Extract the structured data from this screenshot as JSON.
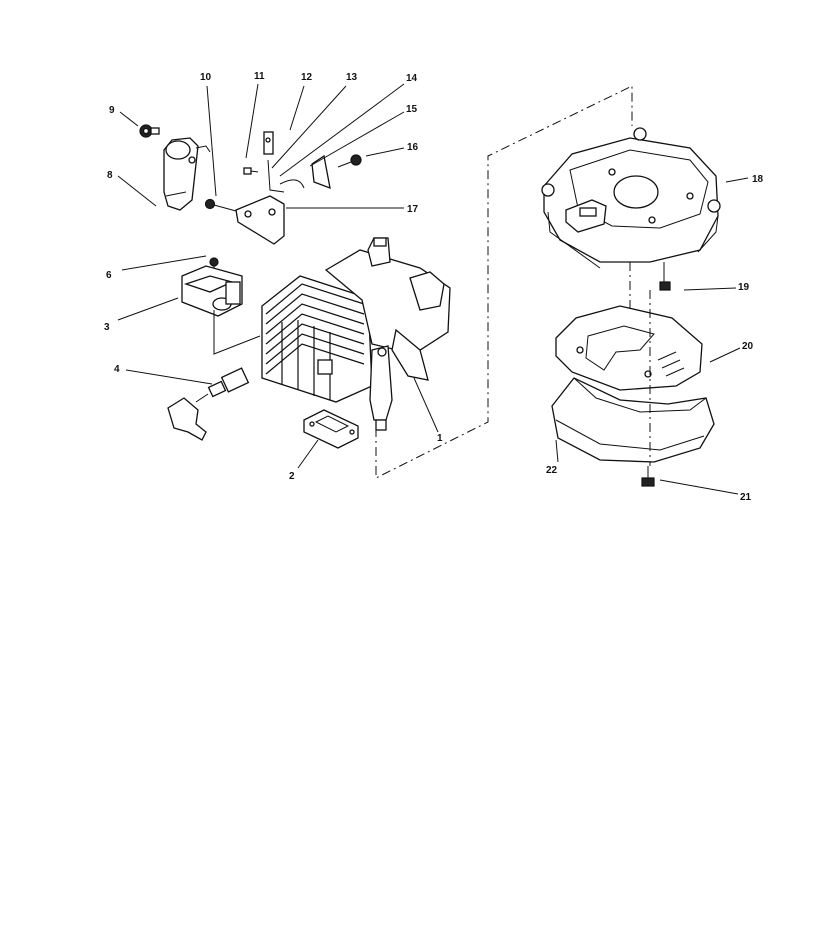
{
  "callouts": [
    {
      "id": "1",
      "text": "1"
    },
    {
      "id": "2",
      "text": "2"
    },
    {
      "id": "3",
      "text": "3"
    },
    {
      "id": "4",
      "text": "4"
    },
    {
      "id": "6",
      "text": "6"
    },
    {
      "id": "8",
      "text": "8"
    },
    {
      "id": "9",
      "text": "9"
    },
    {
      "id": "10",
      "text": "10"
    },
    {
      "id": "11",
      "text": "11"
    },
    {
      "id": "12",
      "text": "12"
    },
    {
      "id": "13",
      "text": "13"
    },
    {
      "id": "14",
      "text": "14"
    },
    {
      "id": "15",
      "text": "15"
    },
    {
      "id": "16",
      "text": "16"
    },
    {
      "id": "17",
      "text": "17"
    },
    {
      "id": "18",
      "text": "18"
    },
    {
      "id": "19",
      "text": "19"
    },
    {
      "id": "20",
      "text": "20"
    },
    {
      "id": "21",
      "text": "21"
    },
    {
      "id": "22",
      "text": "22"
    }
  ]
}
